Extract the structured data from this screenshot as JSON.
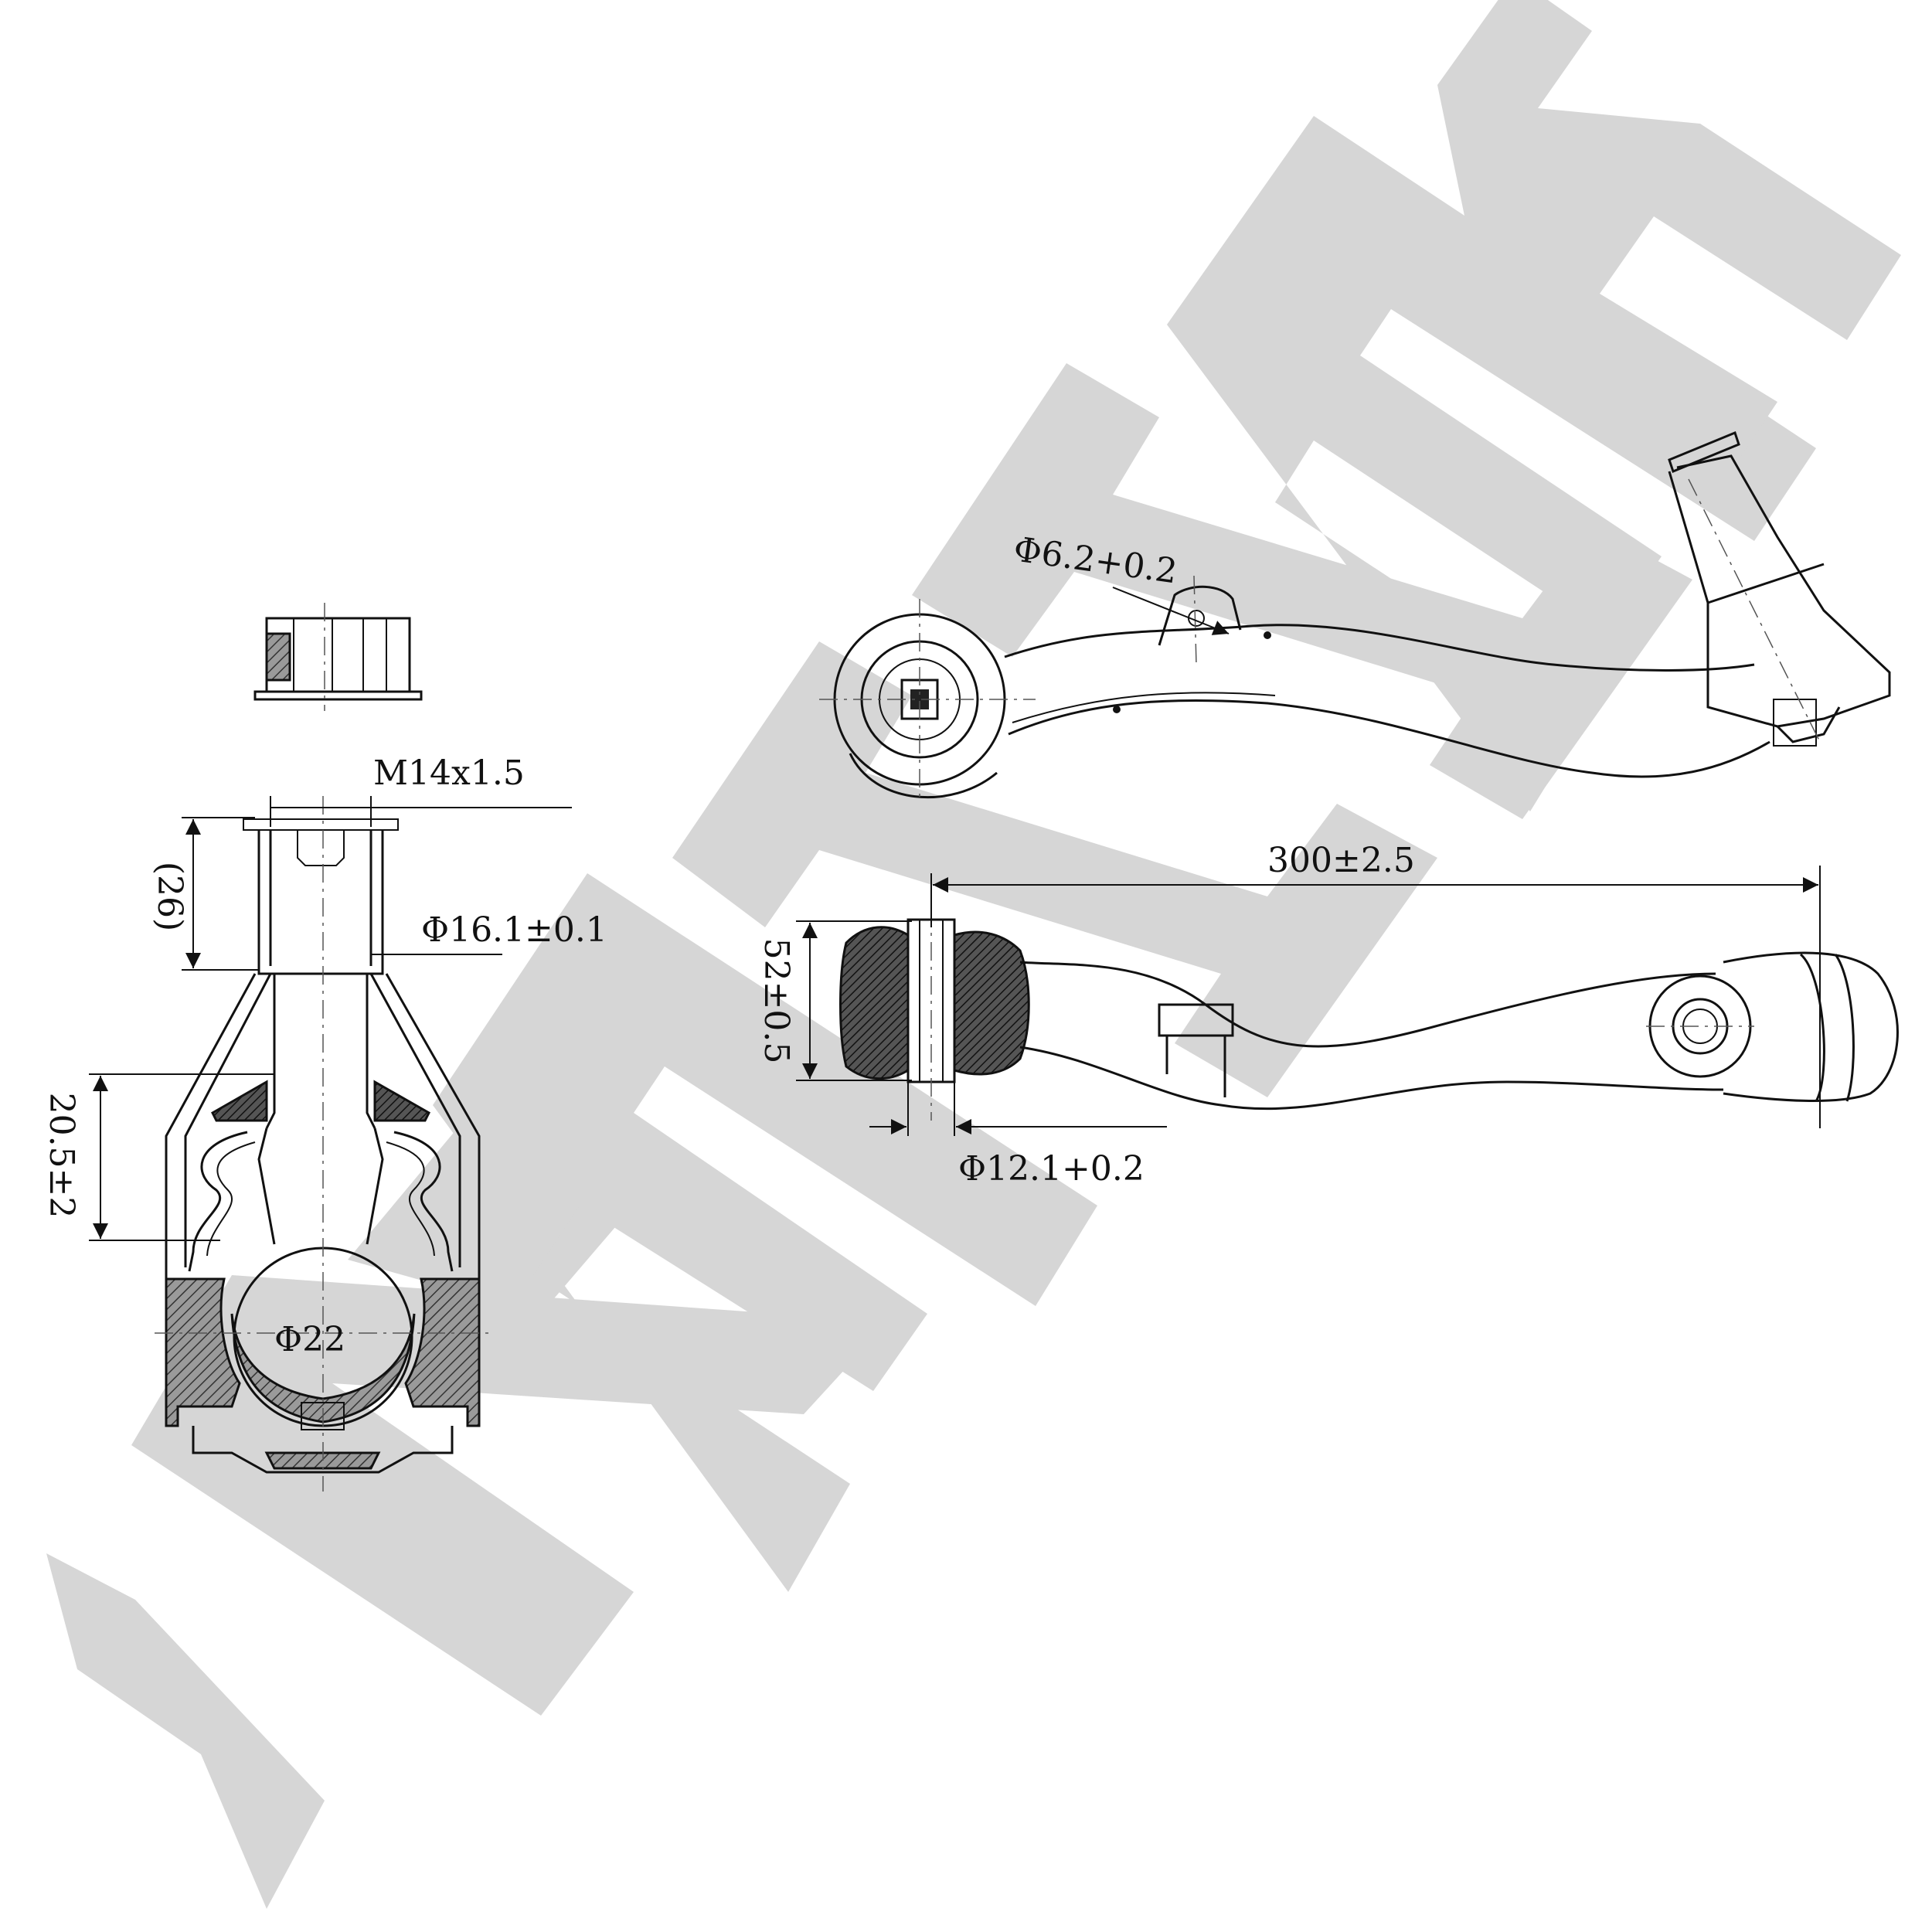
{
  "watermark": {
    "brand": "ZENNEK",
    "color": "#d6d6d6"
  },
  "dimensions": {
    "thread": "M14x1.5",
    "pin_height": "(26)",
    "pin_diameter": "Φ16.1±0.1",
    "boot_height": "20.5±2",
    "ball_diameter": "Φ22",
    "hole_diameter": "Φ6.2+0.2",
    "arm_length": "300±2.5",
    "bushing_width": "52±0.5",
    "bushing_bore": "Φ12.1+0.2"
  },
  "colors": {
    "ink": "#111111",
    "background": "#ffffff"
  }
}
